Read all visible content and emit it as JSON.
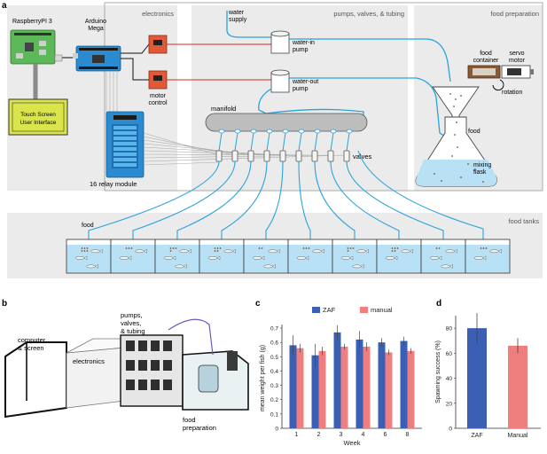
{
  "panel_letters": {
    "a": "a",
    "b": "b",
    "c": "c",
    "d": "d"
  },
  "regions": {
    "electronics": "electronics",
    "pumps": "pumps, valves, & tubing",
    "food_prep": "food preparation",
    "food_tanks": "food tanks"
  },
  "labels": {
    "raspberry": "RaspberryPI 3",
    "arduino_1": "Arduino",
    "arduino_2": "Mega",
    "motor_1": "motor",
    "motor_2": "control",
    "touch_1": "Touch Screen",
    "touch_2": "User Interface",
    "relay": "16 relay module",
    "water_supply_1": "water",
    "water_supply_2": "supply",
    "water_in_1": "water-in",
    "water_in_2": "pump",
    "water_out_1": "water-out",
    "water_out_2": "pump",
    "manifold": "manifold",
    "valves": "valves",
    "food_container_1": "food",
    "food_container_2": "container",
    "servo_1": "servo",
    "servo_2": "motor",
    "rotation": "rotation",
    "food_prep_food": "food",
    "mixing_1": "mixing",
    "mixing_2": "flask",
    "tank_food": "food"
  },
  "photo_labels": {
    "computer_1": "computer",
    "computer_2": "& screen",
    "electronics": "electronics",
    "pumps_1": "pumps,",
    "pumps_2": "valves,",
    "pumps_3": "& tubing",
    "food_1": "food",
    "food_2": "preparation"
  },
  "colors": {
    "zaf": "#3b5fb5",
    "manual": "#ef7f7f",
    "tube": "#2aa3dc",
    "water": "#b9e1f5",
    "region": "#ebebeb"
  },
  "chart_data": [
    {
      "type": "bar",
      "title": "",
      "xlabel": "Week",
      "ylabel": "mean weight per fish (g)",
      "categories": [
        "1",
        "2",
        "3",
        "4",
        "6",
        "8"
      ],
      "ylim": [
        0,
        0.7
      ],
      "yticks": [
        "0",
        "0.1",
        "0.2",
        "0.3",
        "0.4",
        "0.5",
        "0.6",
        "0.7"
      ],
      "legend": "top",
      "series": [
        {
          "name": "ZAF",
          "values": [
            0.58,
            0.51,
            0.67,
            0.62,
            0.6,
            0.61
          ],
          "errors": [
            0.07,
            0.08,
            0.05,
            0.06,
            0.03,
            0.03
          ]
        },
        {
          "name": "manual",
          "values": [
            0.56,
            0.54,
            0.57,
            0.57,
            0.53,
            0.54
          ],
          "errors": [
            0.03,
            0.03,
            0.02,
            0.03,
            0.02,
            0.02
          ]
        }
      ]
    },
    {
      "type": "bar",
      "title": "",
      "xlabel": "",
      "ylabel": "Spawning success (%)",
      "categories": [
        "ZAF",
        "Manual"
      ],
      "ylim": [
        0,
        90
      ],
      "yticks": [
        "0",
        "20",
        "40",
        "60",
        "80"
      ],
      "values": [
        80,
        66
      ],
      "errors": [
        12,
        6
      ]
    }
  ]
}
